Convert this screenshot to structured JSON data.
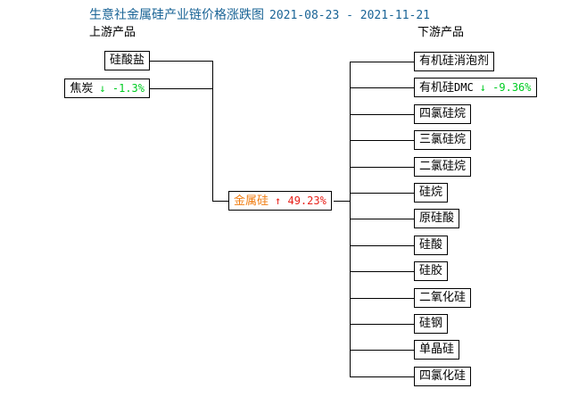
{
  "chart_data": {
    "type": "diagram",
    "title": "生意社金属硅产业链价格涨跌图",
    "date_range": "2021-08-23 - 2021-11-21",
    "center": {
      "label": "金属硅",
      "arrow": "↑",
      "change": "49.23%",
      "direction": "up"
    },
    "upstream_header": "上游产品",
    "downstream_header": "下游产品",
    "upstream": [
      {
        "label": "硅酸盐",
        "arrow": "",
        "change": "",
        "direction": "none"
      },
      {
        "label": "焦炭",
        "arrow": "↓",
        "change": "-1.3%",
        "direction": "down"
      }
    ],
    "downstream": [
      {
        "label": "有机硅消泡剂",
        "ascii": "",
        "arrow": "",
        "change": "",
        "direction": "none"
      },
      {
        "label": "有机硅",
        "ascii": "DMC",
        "arrow": "↓",
        "change": "-9.36%",
        "direction": "down"
      },
      {
        "label": "四氯硅烷",
        "ascii": "",
        "arrow": "",
        "change": "",
        "direction": "none"
      },
      {
        "label": "三氯硅烷",
        "ascii": "",
        "arrow": "",
        "change": "",
        "direction": "none"
      },
      {
        "label": "二氯硅烷",
        "ascii": "",
        "arrow": "",
        "change": "",
        "direction": "none"
      },
      {
        "label": "硅烷",
        "ascii": "",
        "arrow": "",
        "change": "",
        "direction": "none"
      },
      {
        "label": "原硅酸",
        "ascii": "",
        "arrow": "",
        "change": "",
        "direction": "none"
      },
      {
        "label": "硅酸",
        "ascii": "",
        "arrow": "",
        "change": "",
        "direction": "none"
      },
      {
        "label": "硅胶",
        "ascii": "",
        "arrow": "",
        "change": "",
        "direction": "none"
      },
      {
        "label": "二氧化硅",
        "ascii": "",
        "arrow": "",
        "change": "",
        "direction": "none"
      },
      {
        "label": "硅钢",
        "ascii": "",
        "arrow": "",
        "change": "",
        "direction": "none"
      },
      {
        "label": "单晶硅",
        "ascii": "",
        "arrow": "",
        "change": "",
        "direction": "none"
      },
      {
        "label": "四氯化硅",
        "ascii": "",
        "arrow": "",
        "change": "",
        "direction": "none"
      }
    ],
    "colors": {
      "title": "#1a6496",
      "up": "#e8221b",
      "down": "#00cc22",
      "center_label": "#f07d12",
      "line": "#000000",
      "box_border": "#000000"
    }
  }
}
